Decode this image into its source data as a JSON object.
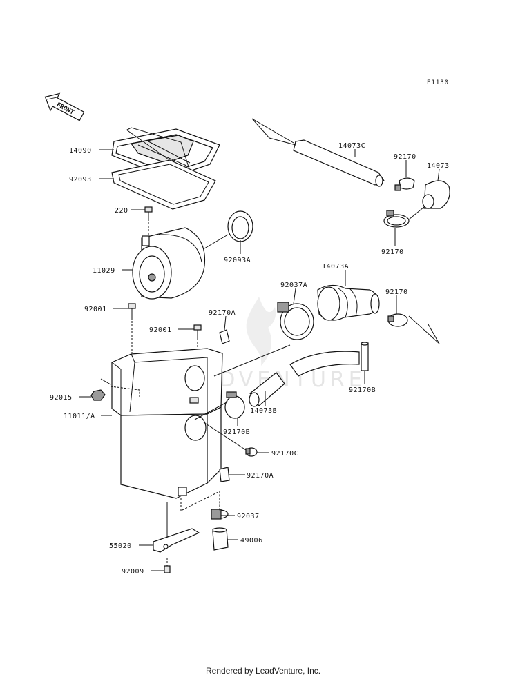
{
  "diagram_code": "E1130",
  "front_label": "FRONT",
  "watermark": "LEADVENTURE",
  "footer": "Rendered by LeadVenture, Inc.",
  "parts": {
    "p14090": "14090",
    "p92093": "92093",
    "p220": "220",
    "p11029": "11029",
    "p92093A": "92093A",
    "p92001a": "92001",
    "p92001b": "92001",
    "p92170A_top": "92170A",
    "p92015": "92015",
    "p11011A": "11011/A",
    "p14073C": "14073C",
    "p92170_top": "92170",
    "p14073": "14073",
    "p92170_mid": "92170",
    "p14073A": "14073A",
    "p92037A": "92037A",
    "p92170_right": "92170",
    "p92170B_right": "92170B",
    "p14073B": "14073B",
    "p92170B_left": "92170B",
    "p92170C": "92170C",
    "p92170A_bot": "92170A",
    "p92037": "92037",
    "p49006": "49006",
    "p55020": "55020",
    "p92009": "92009"
  }
}
